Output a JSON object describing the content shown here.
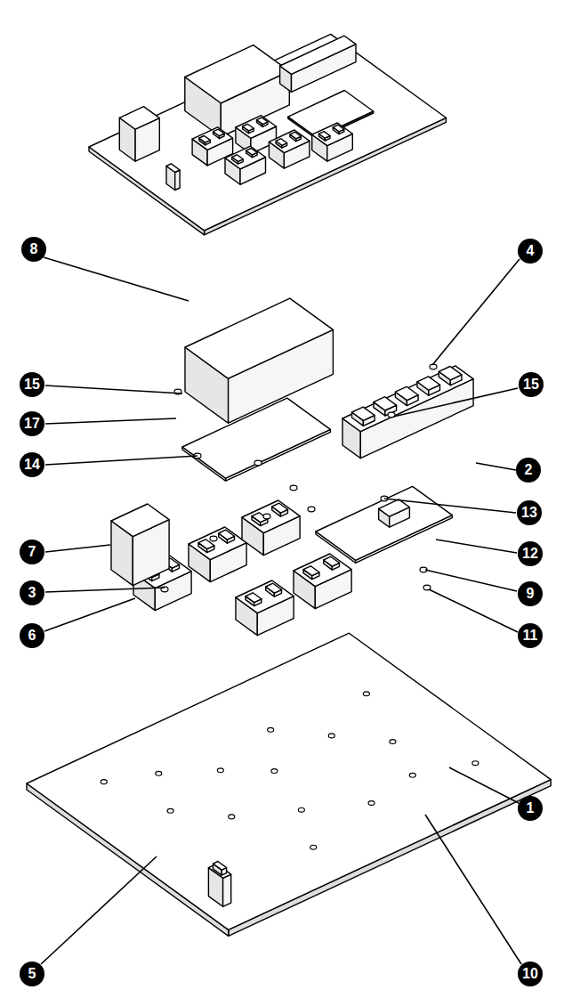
{
  "diagram": {
    "labels": [
      "8",
      "4",
      "15",
      "15",
      "17",
      "2",
      "14",
      "13",
      "7",
      "12",
      "3",
      "9",
      "6",
      "11",
      "1",
      "5",
      "10"
    ]
  }
}
